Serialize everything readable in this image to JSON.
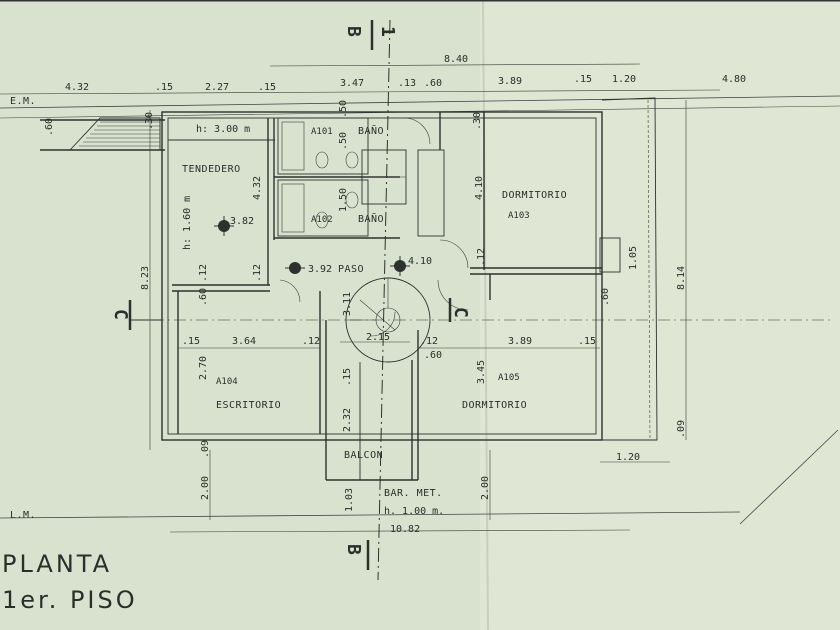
{
  "sheet": {
    "title_line1": "PLANTA",
    "title_line2": "1er. PISO",
    "section_letter": "B",
    "section_number": "1",
    "section_letter_c": "C",
    "line_em": "E.M.",
    "line_lm": "L.M."
  },
  "rooms": {
    "bano1": {
      "tag": "A101",
      "name": "BAÑO"
    },
    "bano2": {
      "tag": "A102",
      "name": "BAÑO"
    },
    "dorm1": {
      "tag": "A103",
      "name": "DORMITORIO"
    },
    "escritorio": {
      "tag": "A104",
      "name": "ESCRITORIO"
    },
    "dorm2": {
      "tag": "A105",
      "name": "DORMITORIO"
    },
    "tendedero": {
      "name": "TENDEDERO",
      "height": "h: 1.60 m"
    },
    "paso": {
      "name": "PASO"
    },
    "balcon": {
      "name": "BALCON"
    },
    "corridor_height": "h: 3.00 m",
    "railing": "BAR. MET.",
    "railing_height": "h. 1.00 m."
  },
  "levels": {
    "tendedero": "3.82",
    "paso_left": "3.92",
    "paso_right": "4.10"
  },
  "dimensions": {
    "top": [
      "4.32",
      ".15",
      "2.27",
      ".15",
      "3.47",
      ".13",
      ".60",
      "3.89",
      ".15",
      "1.20",
      "4.80"
    ],
    "top_total": "8.40",
    "bottom_total": "10.82",
    "bottom_right": "1.20",
    "left_height": "8.23",
    "right_height": "8.14",
    "tendedero_height": "4.32",
    "dorm1_height": "4.10",
    "escritorio_width": "3.64",
    "escritorio_height": "2.70",
    "dorm2_width": "3.89",
    "dorm2_height": "3.45",
    "paso_width": "2.15",
    "balcon_height": "2.32",
    "window_right": "1.05",
    "front_left": "2.00",
    "front_right": "2.00",
    "small": {
      "d60": ".60",
      "d30": ".30",
      "d12": ".12",
      "d15": ".15",
      "d50": ".50",
      "d150": "1.50",
      "d09": ".09",
      "d103": "1.03",
      "d311": "3.11"
    }
  }
}
